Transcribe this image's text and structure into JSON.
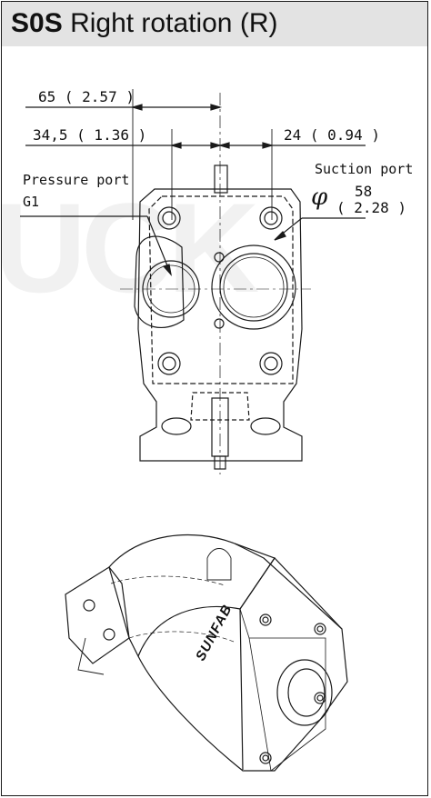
{
  "header": {
    "code": "S0S",
    "title": "Right rotation (R)"
  },
  "dimensions": {
    "overall_width": "65 ( 2.57 )",
    "pressure_offset": "34,5 ( 1.36 )",
    "suction_offset": "24 ( 0.94 )",
    "suction_diameter": "58",
    "suction_diameter_in": "( 2.28 )"
  },
  "ports": {
    "pressure_label": "Pressure port",
    "pressure_thread": "G1",
    "suction_label": "Suction port"
  },
  "symbols": {
    "diameter": "φ"
  },
  "pump": {
    "brand": "SUNFAB"
  },
  "watermark": {
    "text": "UCK"
  }
}
